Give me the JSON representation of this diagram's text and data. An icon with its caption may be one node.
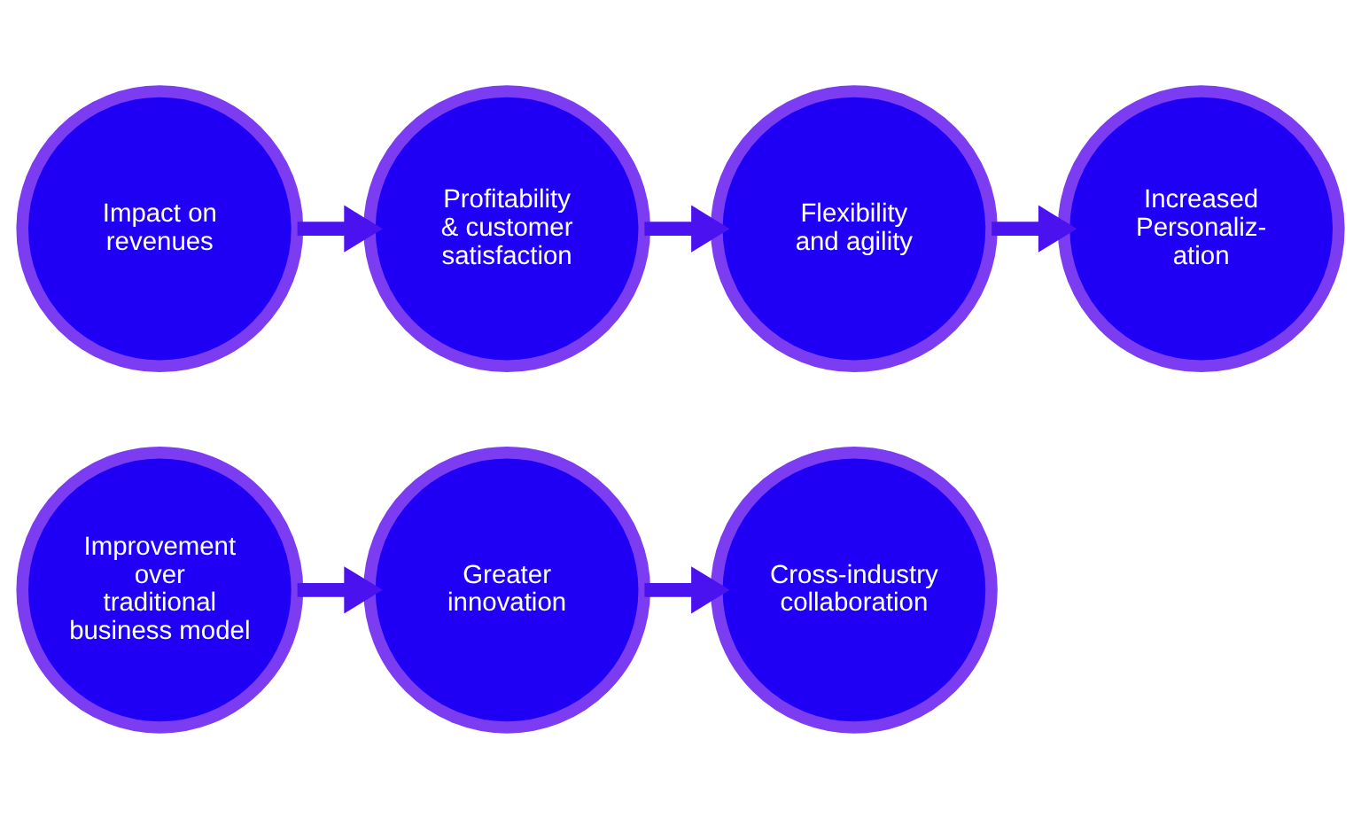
{
  "diagram": {
    "nodes": [
      {
        "text": [
          "Impact on revenues"
        ]
      },
      {
        "text": [
          "Profitability & customer satisfaction"
        ]
      },
      {
        "text": [
          "Flexibility and agility"
        ]
      },
      {
        "text": [
          "Increased Personaliz- ation"
        ]
      },
      {
        "text": [
          "Improvement over traditional business model"
        ]
      },
      {
        "text": [
          "Greater innovation"
        ]
      },
      {
        "text": [
          "Cross-industry collaboration"
        ]
      }
    ],
    "edges": [
      {
        "from": 0,
        "to": 1,
        "arrow": "to"
      },
      {
        "from": 1,
        "to": 2,
        "arrow": "to"
      },
      {
        "from": 2,
        "to": 3,
        "arrow": "to"
      },
      {
        "from": 4,
        "to": 5,
        "arrow": "to"
      },
      {
        "from": 5,
        "to": 6,
        "arrow": "to"
      }
    ]
  }
}
